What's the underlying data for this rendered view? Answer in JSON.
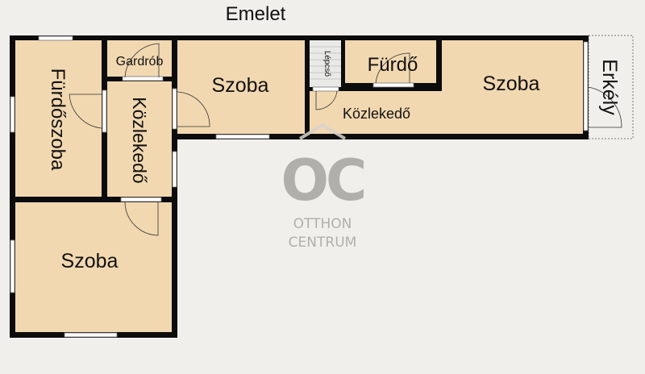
{
  "title": "Emelet",
  "rooms": {
    "furdoszoba": "Fürdőszoba",
    "gardrob": "Gardrób",
    "kozlekedo_left": "Közlekedő",
    "szoba_middle": "Szoba",
    "szoba_bottom": "Szoba",
    "lepcso": "Lépcső",
    "furdo": "Fürdő",
    "kozlekedo_right": "Közlekedő",
    "szoba_right": "Szoba",
    "erkely": "Erkély"
  },
  "logo": {
    "mark": "OC",
    "line1": "OTTHON",
    "line2": "CENTRUM"
  },
  "colors": {
    "room": "#f2d8b0",
    "wall": "#0c0c0c",
    "background": "#f1efeb",
    "logo": "#a5a5a2"
  }
}
